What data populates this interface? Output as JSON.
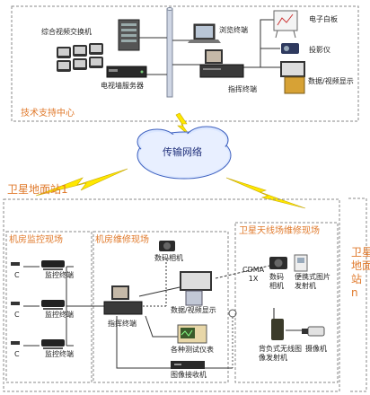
{
  "support_center": {
    "title": "技术支持中心",
    "switch_label": "综合视频交换机",
    "wall_server_label": "电视墙服务器",
    "browse_terminal_label": "浏览终端",
    "command_terminal_label": "指挥终端",
    "whiteboard_label": "电子白板",
    "projector_label": "投影仪",
    "display_label": "数据/视频显示"
  },
  "network": {
    "label": "传输网络"
  },
  "station1": {
    "title": "卫星地面站1",
    "monitor_site": {
      "title": "机房监控现场",
      "c_label": "C",
      "terminals": [
        "监控终端",
        "监控终端",
        "监控终端"
      ]
    },
    "maint_site": {
      "title": "机房维修现场",
      "camera_label": "数码相机",
      "command_terminal_label": "指挥终端",
      "display_label": "数据/视频显示",
      "tester_label": "各种测试仪表",
      "receiver_label": "图像接收机"
    },
    "antenna_site": {
      "title": "卫星天线场维修现场",
      "cdma_label": "CDMA\n1X",
      "camera_label": "数码\n相机",
      "sender_label": "便携式图片\n发射机",
      "backpack_label": "背负式无线图\n像发射机",
      "videocam_label": "摄像机"
    }
  },
  "station_n": {
    "title": "卫星\n地面\n站\nn"
  }
}
